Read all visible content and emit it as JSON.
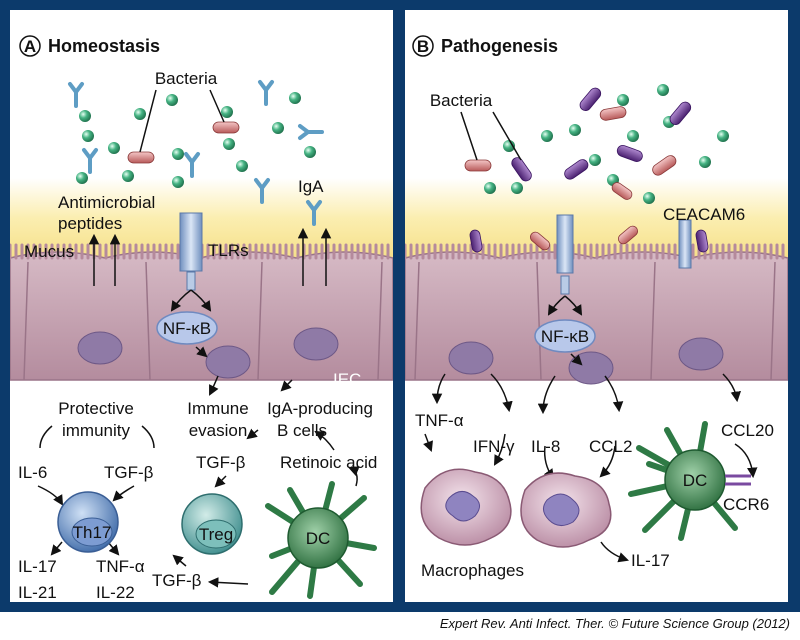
{
  "panel_a": {
    "letter": "A",
    "title": "Homeostasis",
    "bacteria": "Bacteria",
    "antimicrobial_line1": "Antimicrobial",
    "antimicrobial_line2": "peptides",
    "iga": "IgA",
    "mucus": "Mucus",
    "tlrs": "TLRs",
    "nfkb": "NF-κB",
    "iec": "IEC",
    "protective_line1": "Protective",
    "protective_line2": "immunity",
    "immune_line1": "Immune",
    "immune_line2": "evasion",
    "iga_producing_line1": "IgA-producing",
    "iga_producing_line2": "B cells",
    "il6": "IL-6",
    "tgfb_1": "TGF-β",
    "tgfb_2": "TGF-β",
    "retinoic": "Retinoic acid",
    "th17": "Th17",
    "treg": "Treg",
    "dc": "DC",
    "il17": "IL-17",
    "tnfa": "TNF-α",
    "il21": "IL-21",
    "il22": "IL-22",
    "tgfb_3": "TGF-β"
  },
  "panel_b": {
    "letter": "B",
    "title": "Pathogenesis",
    "bacteria": "Bacteria",
    "ceacam6": "CEACAM6",
    "nfkb": "NF-κB",
    "tnfa": "TNF-α",
    "ifng": "IFN-γ",
    "il8": "IL-8",
    "ccl2": "CCL2",
    "ccl20": "CCL20",
    "dc": "DC",
    "ccr6": "CCR6",
    "macrophages": "Macrophages",
    "il17": "IL-17"
  },
  "credit": {
    "journal": "Expert Rev. Anti Infect. Ther.",
    "rest": "© Future Science Group (2012)"
  },
  "colors": {
    "frame": "#0c3a6b",
    "mucus": "#fbeeb0",
    "epithelium": "#c2a0ae",
    "nucleus": "#8f7aa6",
    "bacteria_green": "#2f9a6a",
    "bacteria_red": "#c96a6a",
    "bacteria_purple": "#6a3a8c",
    "antibody": "#5e9dc4",
    "receptor": "#8fb0d6",
    "nfkb": "#b8c8ea",
    "t_cell": "#5a86c4",
    "dendritic_cell": "#2e7a45",
    "macrophage": "#d8b2c6"
  }
}
